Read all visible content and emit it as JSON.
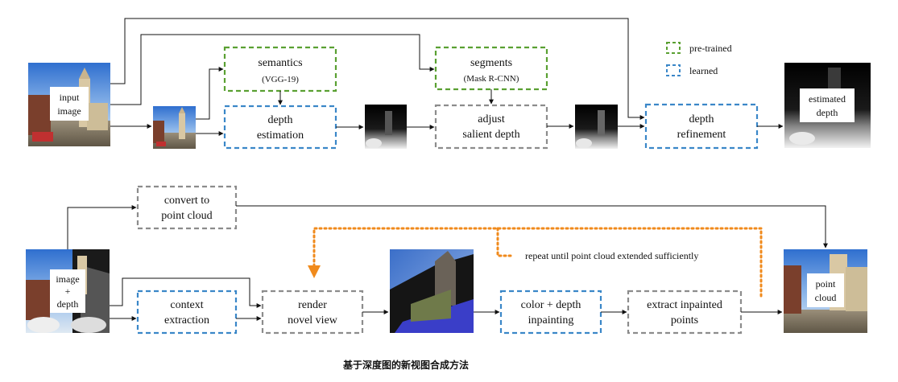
{
  "legend": {
    "pretrained_label": "pre-trained",
    "learned_label": "learned",
    "pretrained_color": "#5aa032",
    "learned_color": "#3a87c8"
  },
  "colors": {
    "gray_box": "#8c8c8c",
    "loop_arrow": "#f08a1c",
    "arrow": "#111111"
  },
  "top": {
    "input_image": [
      "input",
      "image"
    ],
    "semantics": {
      "title": "semantics",
      "sub": "(VGG-19)"
    },
    "segments": {
      "title": "segments",
      "sub": "(Mask R-CNN)"
    },
    "depth_estimation": [
      "depth",
      "estimation"
    ],
    "adjust_salient_depth": [
      "adjust",
      "salient depth"
    ],
    "depth_refinement": [
      "depth",
      "refinement"
    ],
    "estimated_depth": [
      "estimated",
      "depth"
    ]
  },
  "bottom": {
    "convert_point_cloud": [
      "convert to",
      "point cloud"
    ],
    "image_depth": [
      "image",
      "+",
      "depth"
    ],
    "context_extraction": [
      "context",
      "extraction"
    ],
    "render_novel_view": [
      "render",
      "novel view"
    ],
    "color_depth_inpainting": [
      "color + depth",
      "inpainting"
    ],
    "extract_inpainted_points": [
      "extract inpainted",
      "points"
    ],
    "point_cloud": [
      "point",
      "cloud"
    ],
    "repeat_note": "repeat until point cloud extended sufficiently"
  },
  "caption": "基于深度图的新视图合成方法"
}
